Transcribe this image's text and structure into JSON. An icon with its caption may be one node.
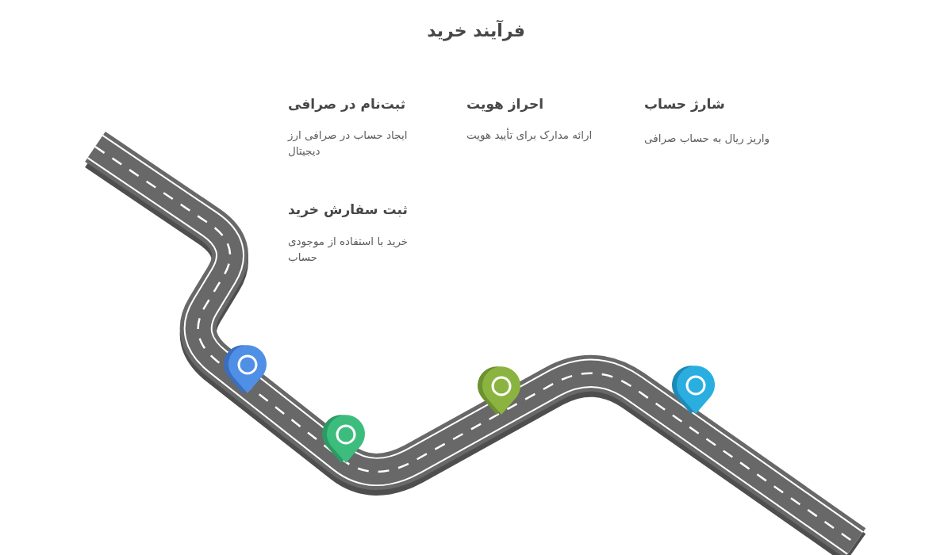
{
  "diagram": {
    "title": "فرآیند خرید",
    "labels": [
      "ثبت‌نام در صرافی",
      "ایجاد حساب در صرافی ارز دیجیتال",
      "احراز هویت",
      "ارائه مدارک برای تأیید هویت",
      "شارژ حساب",
      "واریز ریال به حساب صرافی",
      "ثبت سفارش خرید",
      "خرید با استفاده از موجودی حساب"
    ]
  }
}
